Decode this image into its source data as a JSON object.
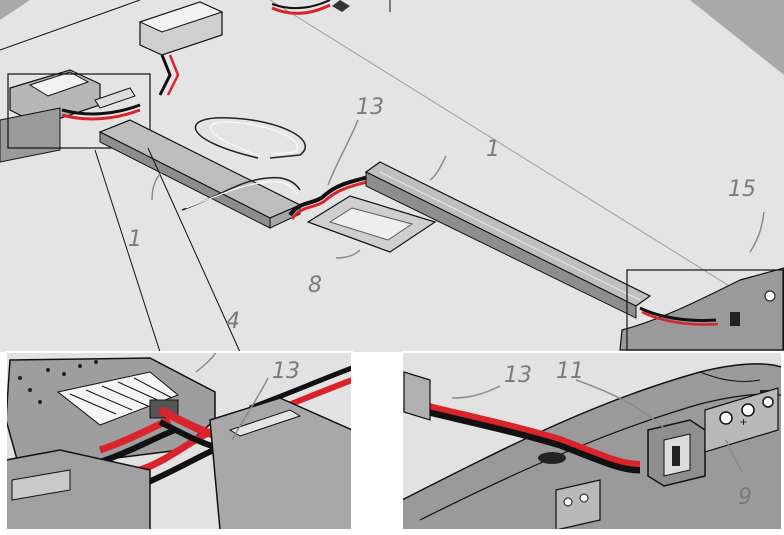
{
  "diagram": {
    "callouts": {
      "main_profile_left": "1",
      "main_profile_right": "1",
      "main_cable": "13",
      "main_pad": "8",
      "main_end": "15",
      "inset_left_block": "4",
      "inset_left_cable": "13",
      "inset_right_cable": "13",
      "inset_right_switch": "11",
      "inset_right_side": "9"
    },
    "colors": {
      "background": "#e2e2e2",
      "cable_red": "#d9242c",
      "cable_black": "#1a1a1a",
      "profile_fill": "#9a9a9a",
      "outline": "#111111",
      "callout_text": "#7a7a7a"
    }
  }
}
